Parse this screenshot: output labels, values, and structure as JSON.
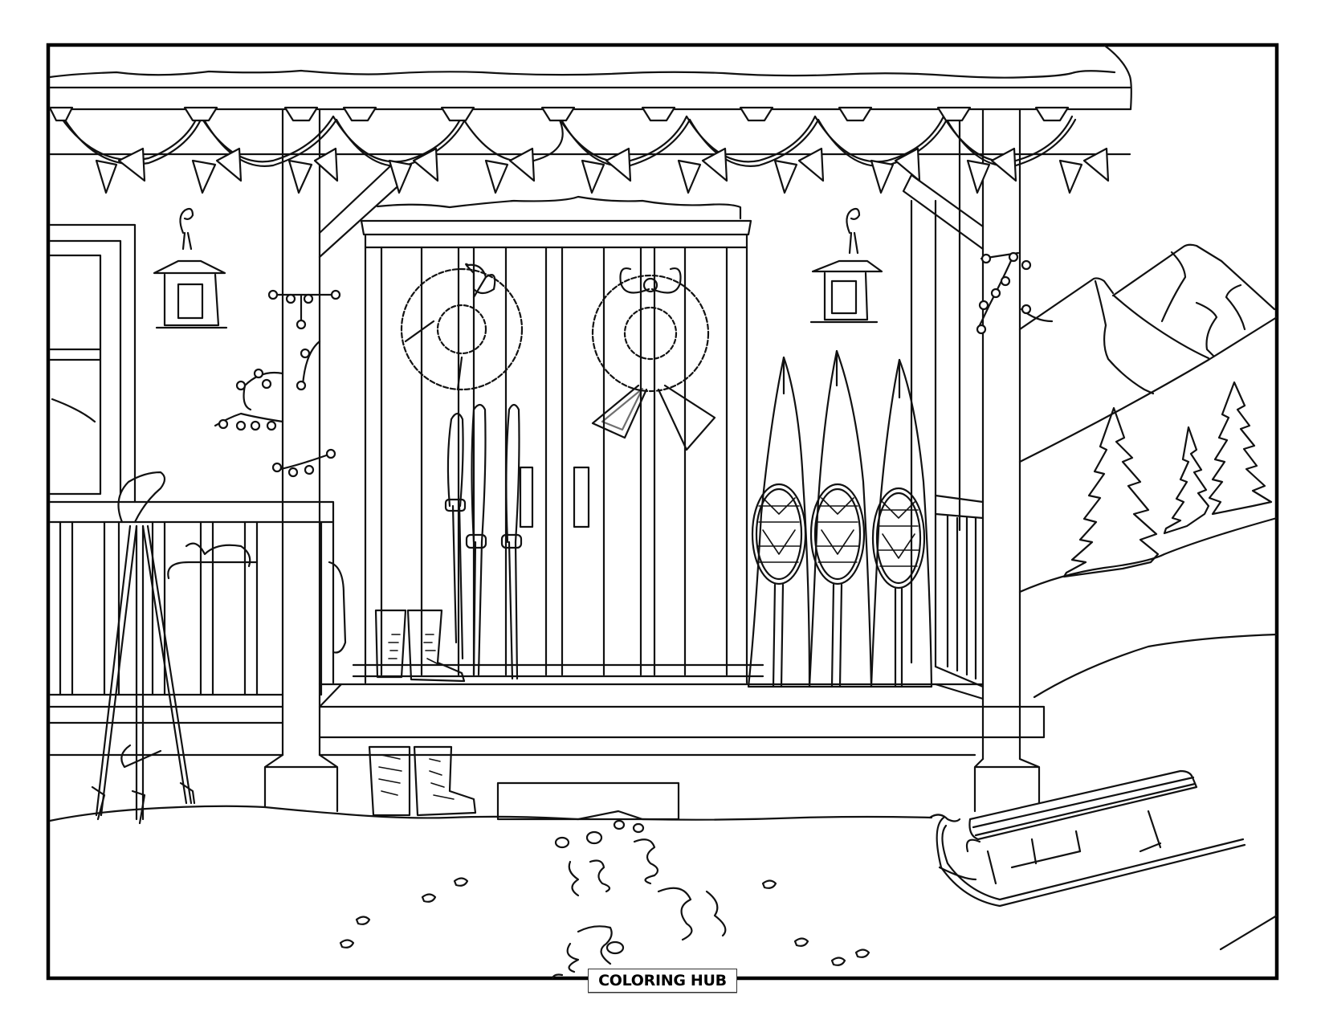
{
  "page": {
    "type": "coloring-page",
    "subject": "Winter cabin porch with wreaths, skis, snowshoes, lanterns, sled and mountains",
    "background_color": "#ffffff",
    "line_color": "#111111"
  },
  "watermark": {
    "label": "COLORING HUB"
  },
  "scene": {
    "elements": [
      "roof-with-snow",
      "bunting-garland",
      "left-lantern",
      "right-lantern",
      "window",
      "string-lights-left",
      "string-lights-right",
      "double-door",
      "wreath-left",
      "wreath-right-with-bow",
      "skis-pair",
      "snowshoes-three",
      "porch-boots",
      "ground-boots",
      "ski-poles",
      "porch-railing",
      "mountains",
      "pine-trees",
      "sled",
      "footprints-in-snow"
    ]
  }
}
